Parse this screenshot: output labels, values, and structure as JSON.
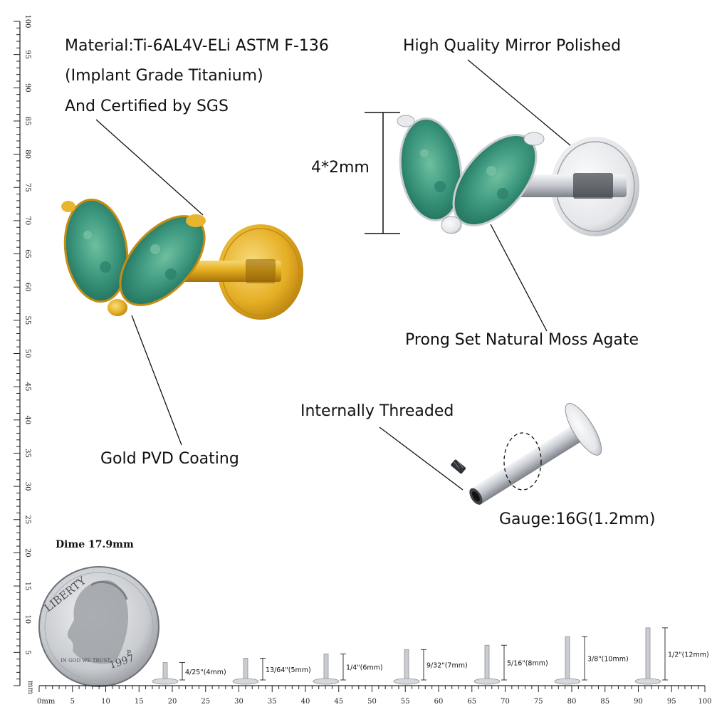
{
  "labels": {
    "material_line1": "Material:Ti-6AL4V-ELi ASTM F-136",
    "material_line2": "(Implant Grade Titanium)",
    "material_line3": "And Certified by SGS",
    "mirror": "High Quality Mirror Polished",
    "dimension": "4*2mm",
    "moss": "Prong Set Natural Moss Agate",
    "threaded": "Internally Threaded",
    "gold": "Gold PVD Coating",
    "gauge": "Gauge:16G(1.2mm)",
    "dime": "Dime 17.9mm"
  },
  "coin": {
    "liberty": "LIBERTY",
    "motto": "IN GOD WE TRUST",
    "year": "1997",
    "mint": "P"
  },
  "ruler": {
    "unit": "mm",
    "bottom_zero": "0mm",
    "left_zero": "mm",
    "ticks": [
      "5",
      "10",
      "15",
      "20",
      "25",
      "30",
      "35",
      "40",
      "45",
      "50",
      "55",
      "60",
      "65",
      "70",
      "75",
      "80",
      "85",
      "90",
      "95",
      "100"
    ]
  },
  "post_sizes": [
    {
      "label": "4/25\"(4mm)",
      "mm": 4
    },
    {
      "label": "13/64\"(5mm)",
      "mm": 5
    },
    {
      "label": "1/4\"(6mm)",
      "mm": 6
    },
    {
      "label": "9/32\"(7mm)",
      "mm": 7
    },
    {
      "label": "5/16\"(8mm)",
      "mm": 8
    },
    {
      "label": "3/8\"(10mm)",
      "mm": 10
    },
    {
      "label": "1/2\"(12mm)",
      "mm": 12
    }
  ],
  "colors": {
    "gold": "#e2ac1e",
    "silver": "#c9ccd1",
    "stone": "#3f9a80",
    "stone_dark": "#1f6f5a"
  }
}
